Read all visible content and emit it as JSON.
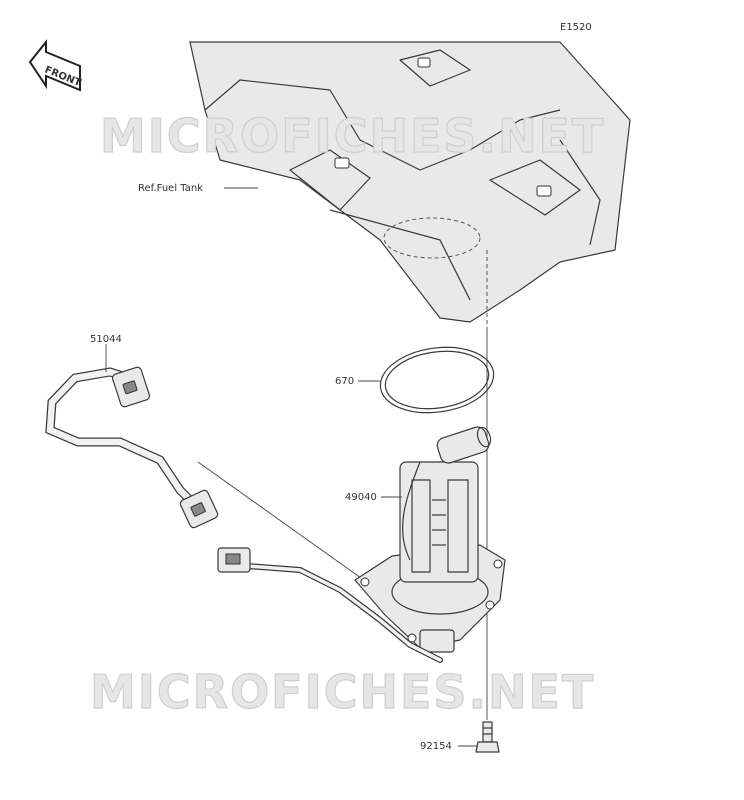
{
  "diagram_code": "E1520",
  "front_label": "FRONT",
  "watermark": "MICROFICHES.NET",
  "labels": {
    "fuel_tank": "Ref.Fuel Tank",
    "hose": "51044",
    "gasket": "670",
    "pump": "49040",
    "bolt": "92154"
  }
}
